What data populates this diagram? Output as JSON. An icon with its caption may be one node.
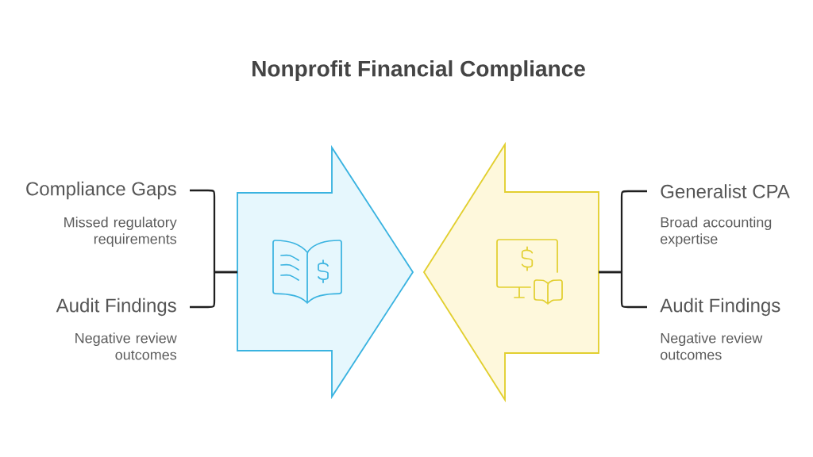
{
  "diagram": {
    "title": "Nonprofit Financial Compliance",
    "nodes": [
      {
        "text": [
          "Compliance Gaps",
          "Missed regulatory requirements"
        ]
      },
      {
        "text": [
          "Audit Findings",
          "Negative review outcomes"
        ]
      },
      {
        "text": [],
        "shape": "arrow"
      },
      {
        "text": [],
        "shape": "arrow"
      },
      {
        "text": [
          "Generalist CPA",
          "Broad accounting expertise"
        ]
      },
      {
        "text": [
          "Audit Findings",
          "Negative review outcomes"
        ]
      }
    ],
    "edges": [
      {
        "from": 0,
        "to": 2,
        "arrow": "none"
      },
      {
        "from": 1,
        "to": 2,
        "arrow": "none"
      },
      {
        "from": 4,
        "to": 3,
        "arrow": "none"
      },
      {
        "from": 5,
        "to": 3,
        "arrow": "none"
      }
    ]
  }
}
